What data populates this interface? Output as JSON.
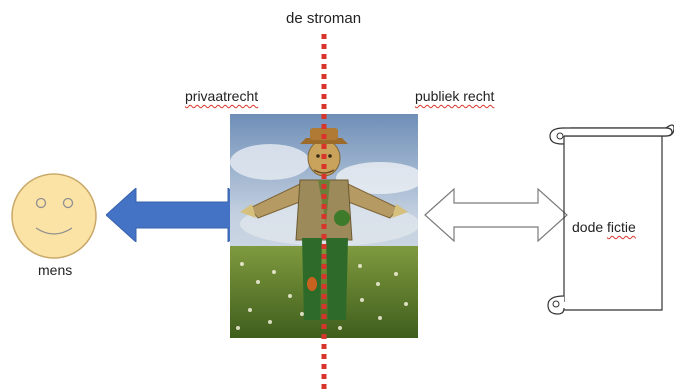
{
  "title": "de stroman",
  "left_side_label": "privaatrecht",
  "right_side_label": "publiek recht",
  "person_label": "mens",
  "scroll_label_word1": "dode",
  "scroll_label_word2": "fictie",
  "colors": {
    "divider": "#d9342b",
    "solid_arrow": "#4472c4",
    "smiley_fill": "#fbe3a6",
    "smiley_stroke": "#c9a969"
  },
  "icons": {
    "person": "smiley-face-icon",
    "document": "scroll-icon",
    "figure": "scarecrow-image"
  }
}
